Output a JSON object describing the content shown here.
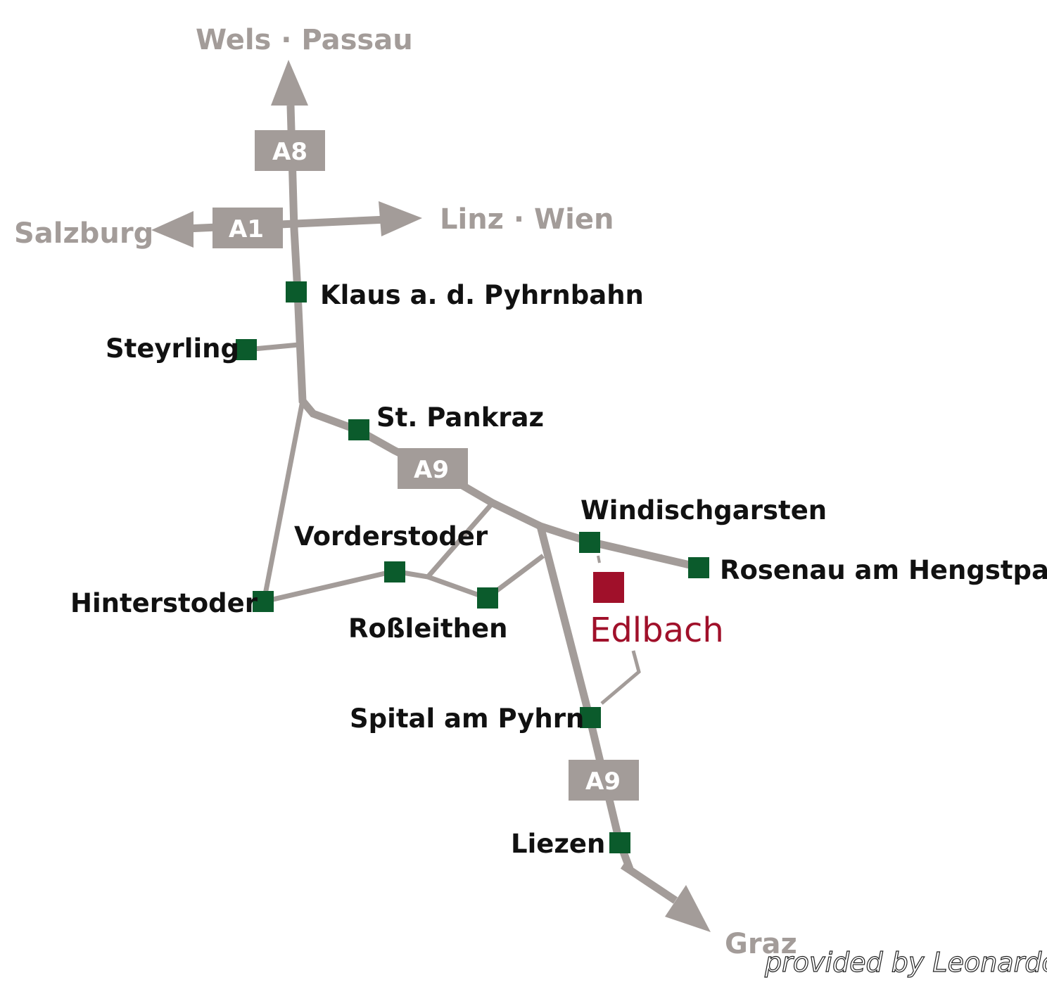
{
  "map": {
    "destinations": {
      "north": "Wels · Passau",
      "west": "Salzburg",
      "east": "Linz · Wien",
      "south": "Graz"
    },
    "motorways": {
      "a8": "A8",
      "a1": "A1",
      "a9_north": "A9",
      "a9_south": "A9"
    },
    "towns": {
      "klaus": "Klaus a. d. Pyhrnbahn",
      "steyrling": "Steyrling",
      "st_pankraz": "St. Pankraz",
      "windischgarsten": "Windischgarsten",
      "vorderstoder": "Vorderstoder",
      "rosenau": "Rosenau am Hengstpass",
      "hinterstoder": "Hinterstoder",
      "rossleithen": "Roßleithen",
      "spital": "Spital am Pyhrn",
      "liezen": "Liezen"
    },
    "hotel": {
      "label": "Edlbach"
    },
    "credit": "provided by Leonardo",
    "colors": {
      "road": "#a39c99",
      "town_marker": "#0b5b2c",
      "hotel": "#a0102a",
      "town_text": "#111111"
    }
  }
}
